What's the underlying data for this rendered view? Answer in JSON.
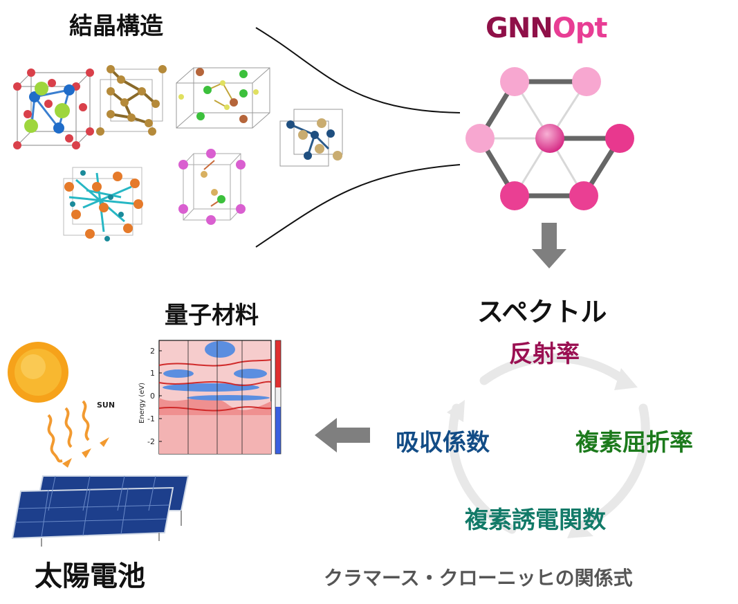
{
  "labels": {
    "crystal": "結晶構造",
    "gnnopt_part1": "GNN",
    "gnnopt_part2": "Opt",
    "spectrum": "スペクトル",
    "reflectance": "反射率",
    "absorption": "吸収係数",
    "refractive_index": "複素屈折率",
    "dielectric": "複素誘電関数",
    "kramers_kronig": "クラマース・クローニッヒの関係式",
    "quantum": "量子材料",
    "solar_cell": "太陽電池",
    "sun": "SUN"
  },
  "colors": {
    "gnn_dark": "#8f1048",
    "gnn_light": "#e83d94",
    "reflectance": "#9a1052",
    "absorption": "#124c86",
    "refractive_index": "#1c7a1c",
    "dielectric": "#127a68",
    "arrow_gray": "#7f7f7f",
    "cycle_gray": "#e6e6e6"
  },
  "band_plot": {
    "ylabel": "Energy (eV)",
    "yticks": [
      "2",
      "1",
      "0",
      "-1",
      "-2"
    ]
  }
}
